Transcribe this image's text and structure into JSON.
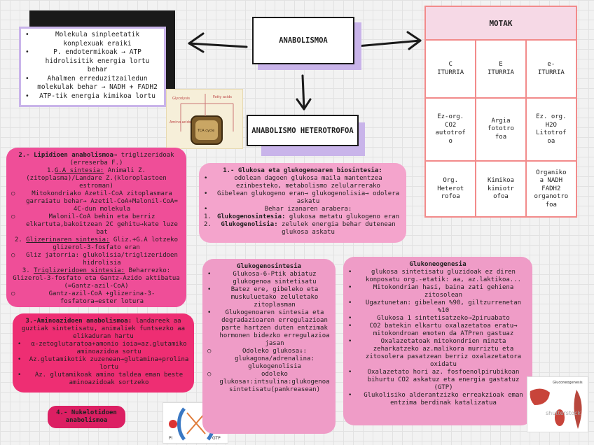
{
  "title": "ANABOLISMOA",
  "heterotrofoa": "ANABOLISMO HETEROTROFOA",
  "top_left_items": [
    "Molekula sinpleetatik konplexuak eraiki",
    "P. endotermikoak → ATP hidrolisitik energia lortu behar",
    "Ahalmen erreduzitzailedun molekulak behar → NADH + FADH2",
    "ATP-tik energia kimikoa lortu"
  ],
  "motak": {
    "title": "MOTAK",
    "rows": [
      [
        "C\nITURRIA",
        "E\nITURRIA",
        "e-\nITURRIA"
      ],
      [
        "Ez-org.\nCO2\nautotrof\no",
        "Argia\nfototro\nfoa",
        "Ez. org.\nH2O\nLitotrof\noa"
      ],
      [
        "Org.\nHeterot\nrofoa",
        "Kimikoa\nkimiotr\nofoa",
        "Organiko\na NADH\nFADH2\norganotro\nfoa"
      ]
    ]
  },
  "lipid": {
    "title": "2.- Lipidioen anabolismoa",
    "title_tail": "→ triglizeridoak (erreserba F.)",
    "s1_num": "1.",
    "s1_label": "G.A sintesia:",
    "s1_text": " Animali Z.(zitoplasma)/Landare Z.(kloroplastoen estroman)",
    "s1_sub1": "Mitokondriako Azetil-CoA zitoplasmara garraiatu behar→ Azetil-CoA+Malonil-CoA= 4C-dun molekula",
    "s1_sub2": "Malonil-CoA behin eta berriz elkartuta,bakoitzean 2C gehitu→kate luze bat",
    "s2_num": "2.",
    "s2_label": "Glizerinaren sintesia:",
    "s2_text": " Gliz.+G.A lotzeko glizerol-3-fosfato eran",
    "s2_sub1": "Gliz jatorria: glukolisia/triglizeridoen hidrolisia",
    "s3_num": "3.",
    "s3_label": "Triglizeridoen sintesia:",
    "s3_text": "  Beharrezko: Glizerol-3-fosfato eta Gantz-Azido aktibatua (=Gantz-azil-CoA)",
    "s3_sub1": "Gantz-azil-CoA +glizerina-3-fosfatora→ester lotura"
  },
  "amino": {
    "title": "3.-Aminoazidoen anabolismoa:",
    "title_tail": " landareek aa guztiak sintetisatu, animaliek funtsezko aa elikaduran hartu",
    "items": [
      "α-zetoglutaratoa+amonio ioia=az.glutamiko aminoazidoa sortu",
      "Az.glutamikotik zuzenean→glutamina+prolina lortu",
      "Az. glutamikoak amino taldea eman beste aminoazidoak sortzeko"
    ]
  },
  "nukleo": "4.- Nukelotidoen anabolismoa",
  "glukosa1": {
    "title": "1.- Glukosa eta glukogenoaren biosintesia:",
    "b1": "odolean dagoen glukosa maila mantentzea ezinbesteko, metabolismo zelularrerako",
    "b2": "Gibelean glukogeno eran→ glukogenolisia→ odolera askatu",
    "b3": "Behar izanaren arabera:",
    "n1_num": "1.",
    "n1_label": "Glukogenosintesia:",
    "n1_text": " glukosa metatu glukogeno eran",
    "n2_num": "2.",
    "n2_label": "Glukogenolisia:",
    "n2_text": " zelulek energia behar dutenean glukosa askatu"
  },
  "glukogeno": {
    "title": "Glukogenosintesia",
    "b1": "Glukosa-6-Ptik abiatuz glukogenoa sintetisatu",
    "b2": "Batez ere, gibeleko eta muskuluetako zeluletako zitoplasman",
    "b3": "Glukogenoaren sintesia eta degradazioaren erregulazioan parte hartzen duten entzimak hormonen bidezko erregulazioa jasan",
    "c1": "Odoleko glukosa↓: glukagona/adrenalina: glukogenolisia",
    "c2": "odoleko glukosa↑:intsulina:glukogenoa sintetisatu(pankreasean)"
  },
  "gluneo": {
    "title": "Glukoneogenesia",
    "items": [
      "glukosa sintetisatu gluzidoak ez diren konposatu org.-etatik: aa, az.laktikoa...",
      "Mitokondrian hasi, baina zati gehiena zitosolean",
      "Ugaztunetan: gibelean %90, giltzurrenetan %10",
      "Glukosa 1 sintetisatzeko→2piruabato",
      "CO2 batekin elkartu oxalazetatoa eratu→ mitokondroan emoten da ATPren gastuaz",
      "Oxalazetatoak mitokondrien minzta zeharkatzeko az.malikora murriztu eta zitosolera pasatzean berriz oxalazetatora oxidatu",
      "Oxalazetato hori az. fosfoenolpirubikoan bihurtu CO2 askatuz eta energia gastatuz (GTP)",
      "Glukolisiko alderantzizko erreakzioak eman entzima berdinak katalizatua"
    ]
  },
  "metab_labels": [
    "Glycolysis",
    "Fatty acids",
    "Amino acids",
    "TCA cycle"
  ],
  "bottom_labels": [
    "GTP",
    "Pi"
  ],
  "gluconeo_img": {
    "title": "Gluconeogenesis",
    "watermark": "shutterstock"
  }
}
